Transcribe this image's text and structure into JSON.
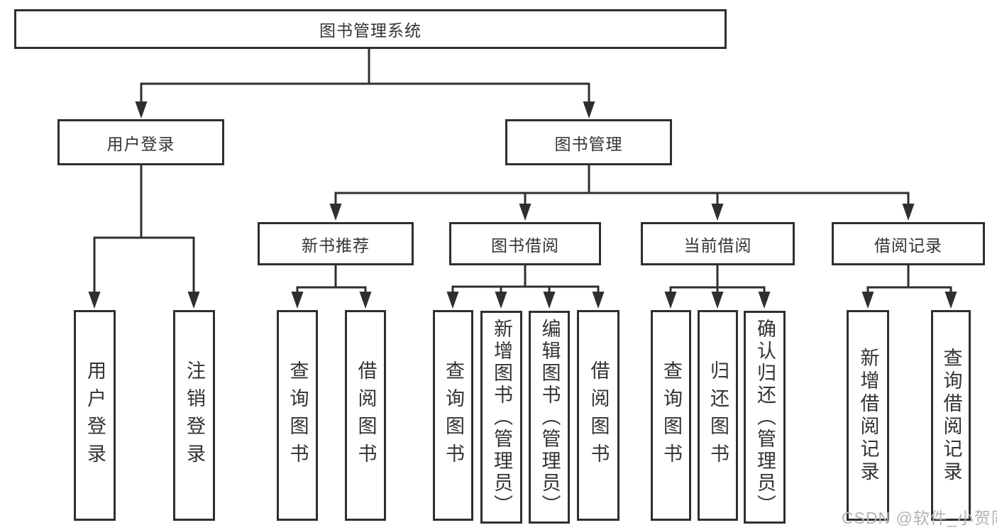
{
  "nodes": {
    "root": "图书管理系统",
    "user_login": "用户登录",
    "book_mgmt": "图书管理",
    "new_book_rec": "新书推荐",
    "book_borrow": "图书借阅",
    "current_borrow": "当前借阅",
    "borrow_record": "借阅记录"
  },
  "leaves": [
    {
      "label": "用户登录"
    },
    {
      "label": "注销登录"
    },
    {
      "label": "查询图书"
    },
    {
      "label": "借阅图书"
    },
    {
      "label": "查询图书"
    },
    {
      "label": "新增图书（管理员）"
    },
    {
      "label": "编辑图书（管理员）"
    },
    {
      "label": "借阅图书"
    },
    {
      "label": "查询图书"
    },
    {
      "label": "归还图书"
    },
    {
      "label": "确认归还（管理员）"
    },
    {
      "label": "新增借阅记录"
    },
    {
      "label": "查询借阅记录"
    }
  ],
  "watermark": "CSDN @软件_小贺同学",
  "colors": {
    "line": "#2f2f2f",
    "text": "#333333",
    "watermark": "#b3b3b3",
    "background": "#ffffff"
  }
}
